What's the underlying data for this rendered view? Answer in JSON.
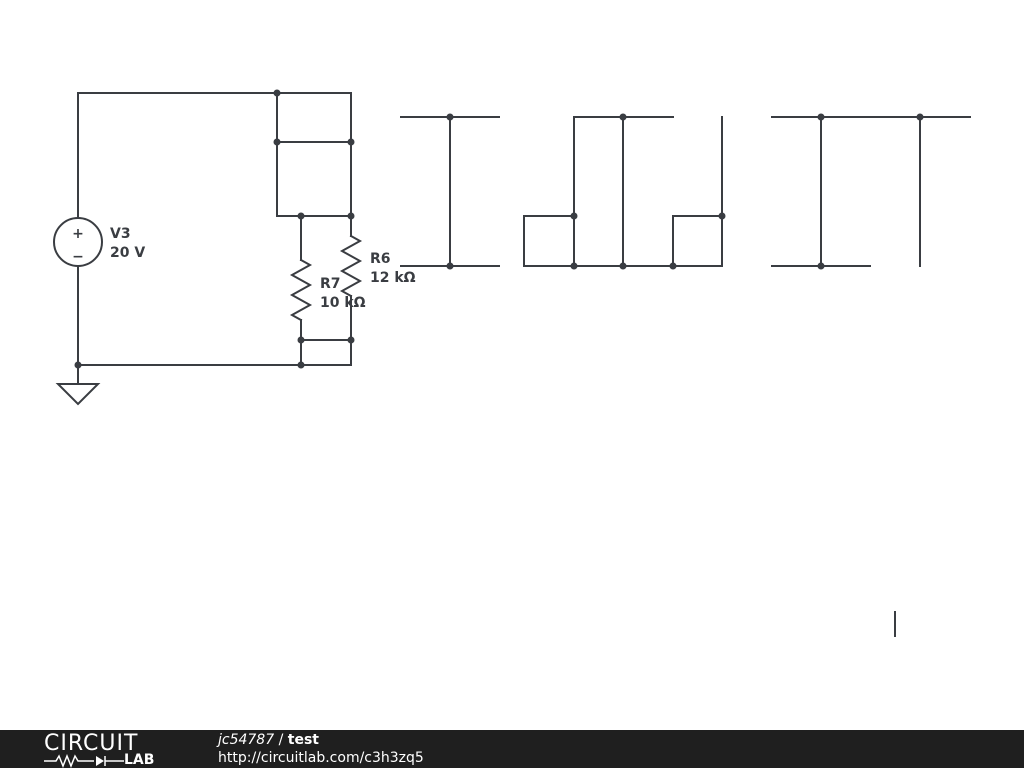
{
  "schematic": {
    "source": {
      "name": "V3",
      "value": "20 V",
      "plus": "+",
      "minus": "−"
    },
    "resistors": [
      {
        "name": "R7",
        "value": "10 kΩ"
      },
      {
        "name": "R6",
        "value": "12 kΩ"
      }
    ],
    "ground": "ground",
    "colors": {
      "wire": "#3a3d42",
      "footer": "#1f1f1f"
    }
  },
  "footer": {
    "brand_top": "CIRCUIT",
    "brand_bottom": "LAB",
    "author": "jc54787",
    "separator": " / ",
    "title": "test",
    "url": "http://circuitlab.com/c3h3zq5"
  }
}
